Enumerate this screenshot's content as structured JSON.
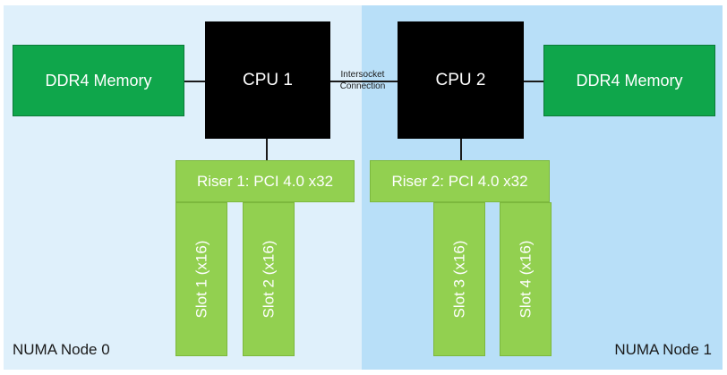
{
  "numa_nodes": [
    {
      "label": "NUMA Node 0"
    },
    {
      "label": "NUMA Node 1"
    }
  ],
  "memory": [
    {
      "label": "DDR4 Memory"
    },
    {
      "label": "DDR4 Memory"
    }
  ],
  "cpus": [
    {
      "label": "CPU 1"
    },
    {
      "label": "CPU 2"
    }
  ],
  "interconnect": {
    "line1": "Intersocket",
    "line2": "Connection"
  },
  "risers": [
    {
      "label": "Riser 1: PCI 4.0 x32"
    },
    {
      "label": "Riser 2: PCI 4.0 x32"
    }
  ],
  "slots": [
    {
      "label": "Slot 1 (x16)"
    },
    {
      "label": "Slot 2 (x16)"
    },
    {
      "label": "Slot 3 (x16)"
    },
    {
      "label": "Slot 4 (x16)"
    }
  ],
  "colors": {
    "node0_bg": "#dff0fb",
    "node1_bg": "#b8dff8",
    "memory": "#0fa64b",
    "cpu": "#000000",
    "pci": "#92d050"
  }
}
